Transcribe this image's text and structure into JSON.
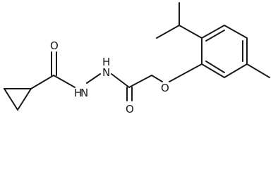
{
  "structure": {
    "atom_labels": {
      "carbonyl_oxygen_1": "O",
      "hydrazide_nh_1": "H",
      "hydrazide_n_1": "N",
      "hydrazide_nh_2": "H",
      "hydrazide_n_2": "N",
      "carbonyl_oxygen_2": "O",
      "ether_oxygen": "O"
    }
  }
}
